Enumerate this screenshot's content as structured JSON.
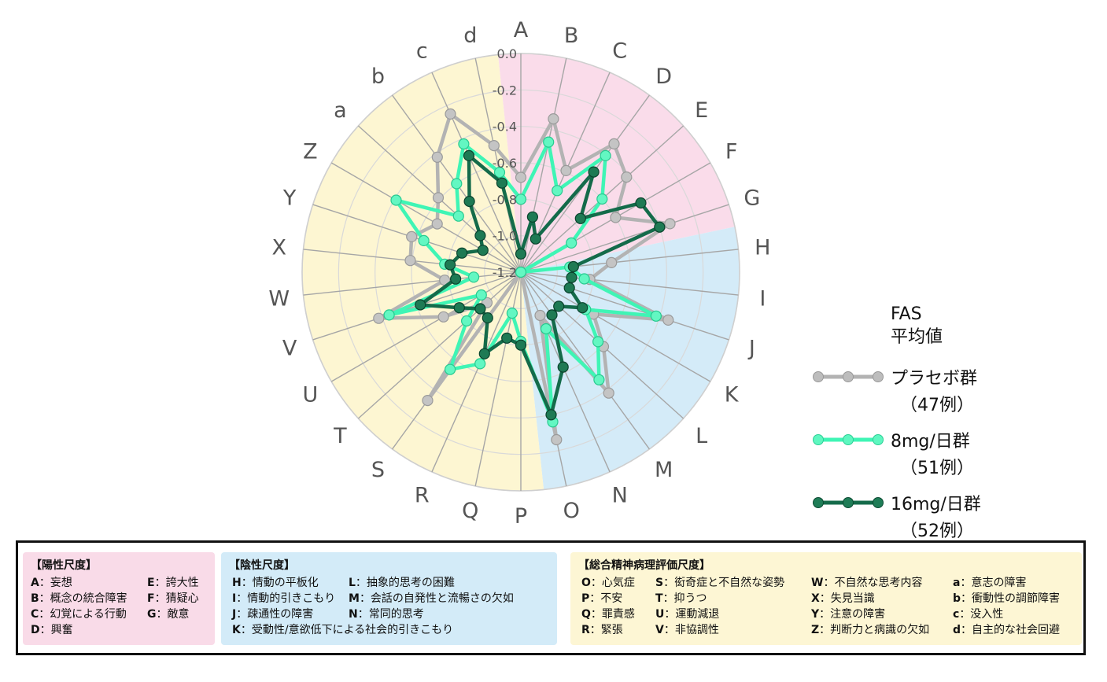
{
  "chart_data": {
    "type": "radar",
    "axes": [
      "A",
      "B",
      "C",
      "D",
      "E",
      "F",
      "G",
      "H",
      "I",
      "J",
      "K",
      "L",
      "M",
      "N",
      "O",
      "P",
      "Q",
      "R",
      "S",
      "T",
      "U",
      "V",
      "W",
      "X",
      "Y",
      "Z",
      "a",
      "b",
      "c",
      "d"
    ],
    "tick_labels": [
      "0.0",
      "-0.2",
      "-0.4",
      "-0.6",
      "-0.8",
      "-1.0",
      "-1.2"
    ],
    "range": [
      -1.2,
      0.0
    ],
    "background_sectors": [
      {
        "axes": [
          "A",
          "B",
          "C",
          "D",
          "E",
          "F",
          "G"
        ],
        "color": "#fadcea"
      },
      {
        "axes": [
          "H",
          "I",
          "J",
          "K",
          "L",
          "M",
          "N",
          "O"
        ],
        "color": "#d4ebf8"
      },
      {
        "axes": [
          "P",
          "Q",
          "R",
          "S",
          "T",
          "U",
          "V",
          "W",
          "X",
          "Y",
          "Z",
          "a",
          "b",
          "c",
          "d"
        ],
        "color": "#fdf6d2"
      }
    ],
    "series": [
      {
        "name": "プラセボ群",
        "color": "#b3b3b3",
        "values": [
          -0.68,
          -0.34,
          -0.59,
          -0.33,
          -0.42,
          -0.6,
          -0.34,
          -0.7,
          -0.82,
          -0.35,
          -0.74,
          -0.59,
          -0.38,
          -0.94,
          -0.26,
          -1.2,
          -1.2,
          -1.2,
          -0.33,
          -0.95,
          -0.71,
          -0.38,
          -0.78,
          -0.59,
          -0.57,
          -0.67,
          -0.59,
          -0.42,
          -0.25,
          -0.49
        ]
      },
      {
        "name": "8mg/日群",
        "color": "#3ff5b5",
        "values": [
          -0.8,
          -0.47,
          -0.71,
          -0.41,
          -0.6,
          -0.88,
          -1.2,
          -0.93,
          -0.85,
          -0.42,
          -0.79,
          -0.63,
          -0.47,
          -0.86,
          -0.36,
          -0.82,
          -0.97,
          -0.65,
          -0.54,
          -0.8,
          -0.95,
          -0.44,
          -0.94,
          -0.78,
          -0.64,
          -0.41,
          -0.74,
          -0.6,
          -0.43,
          -0.64
        ]
      },
      {
        "name": "16mg/日群",
        "color": "#146b4a",
        "values": [
          -1.1,
          -0.89,
          -1.0,
          -0.52,
          -0.76,
          -0.44,
          -0.4,
          -0.91,
          -0.92,
          -0.92,
          -0.81,
          -0.92,
          -0.91,
          -0.63,
          -0.4,
          -0.8,
          -0.83,
          -0.71,
          -0.89,
          -0.9,
          -0.81,
          -0.62,
          -0.84,
          -0.81,
          -0.86,
          -0.96,
          -0.9,
          -0.72,
          -0.5,
          -0.7
        ]
      }
    ]
  },
  "legend": {
    "title_line1": "FAS",
    "title_line2": "平均値",
    "items": [
      {
        "label": "プラセボ群",
        "n": "（47例）",
        "color": "#b3b3b3"
      },
      {
        "label": "8mg/日群",
        "n": "（51例）",
        "color": "#3ff5b5"
      },
      {
        "label": "16mg/日群",
        "n": "（52例）",
        "color": "#146b4a"
      }
    ]
  },
  "key": {
    "positive": {
      "title": "【陽性尺度】",
      "col1": [
        {
          "k": "A",
          "t": "：妄想"
        },
        {
          "k": "B",
          "t": "：概念の統合障害"
        },
        {
          "k": "C",
          "t": "：幻覚による行動"
        },
        {
          "k": "D",
          "t": "：興奮"
        }
      ],
      "col2": [
        {
          "k": "E",
          "t": "：誇大性"
        },
        {
          "k": "F",
          "t": "：猜疑心"
        },
        {
          "k": "G",
          "t": "：敵意"
        }
      ]
    },
    "negative": {
      "title": "【陰性尺度】",
      "col1": [
        {
          "k": "H",
          "t": "：情動の平板化"
        },
        {
          "k": "I",
          "t": "：情動的引きこもり"
        },
        {
          "k": "J",
          "t": "：疎通性の障害"
        },
        {
          "k": "K",
          "t": "：受動性/意欲低下による社会的引きこもり"
        }
      ],
      "col2": [
        {
          "k": "L",
          "t": "：抽象的思考の困難"
        },
        {
          "k": "M",
          "t": "：会話の自発性と流暢さの欠如"
        },
        {
          "k": "N",
          "t": "：常同的思考"
        }
      ]
    },
    "general": {
      "title": "【総合精神病理評価尺度】",
      "col1": [
        {
          "k": "O",
          "t": "：心気症"
        },
        {
          "k": "P",
          "t": "：不安"
        },
        {
          "k": "Q",
          "t": "：罪責感"
        },
        {
          "k": "R",
          "t": "：緊張"
        }
      ],
      "col2": [
        {
          "k": "S",
          "t": "：衒奇症と不自然な姿勢"
        },
        {
          "k": "T",
          "t": "：抑うつ"
        },
        {
          "k": "U",
          "t": "：運動減退"
        },
        {
          "k": "V",
          "t": "：非協調性"
        }
      ],
      "col3": [
        {
          "k": "W",
          "t": "：不自然な思考内容"
        },
        {
          "k": "X",
          "t": "：失見当識"
        },
        {
          "k": "Y",
          "t": "：注意の障害"
        },
        {
          "k": "Z",
          "t": "：判断力と病識の欠如"
        }
      ],
      "col4": [
        {
          "k": "a",
          "t": "：意志の障害"
        },
        {
          "k": "b",
          "t": "：衝動性の調節障害"
        },
        {
          "k": "c",
          "t": "：没入性"
        },
        {
          "k": "d",
          "t": "：自主的な社会回避"
        }
      ]
    }
  }
}
